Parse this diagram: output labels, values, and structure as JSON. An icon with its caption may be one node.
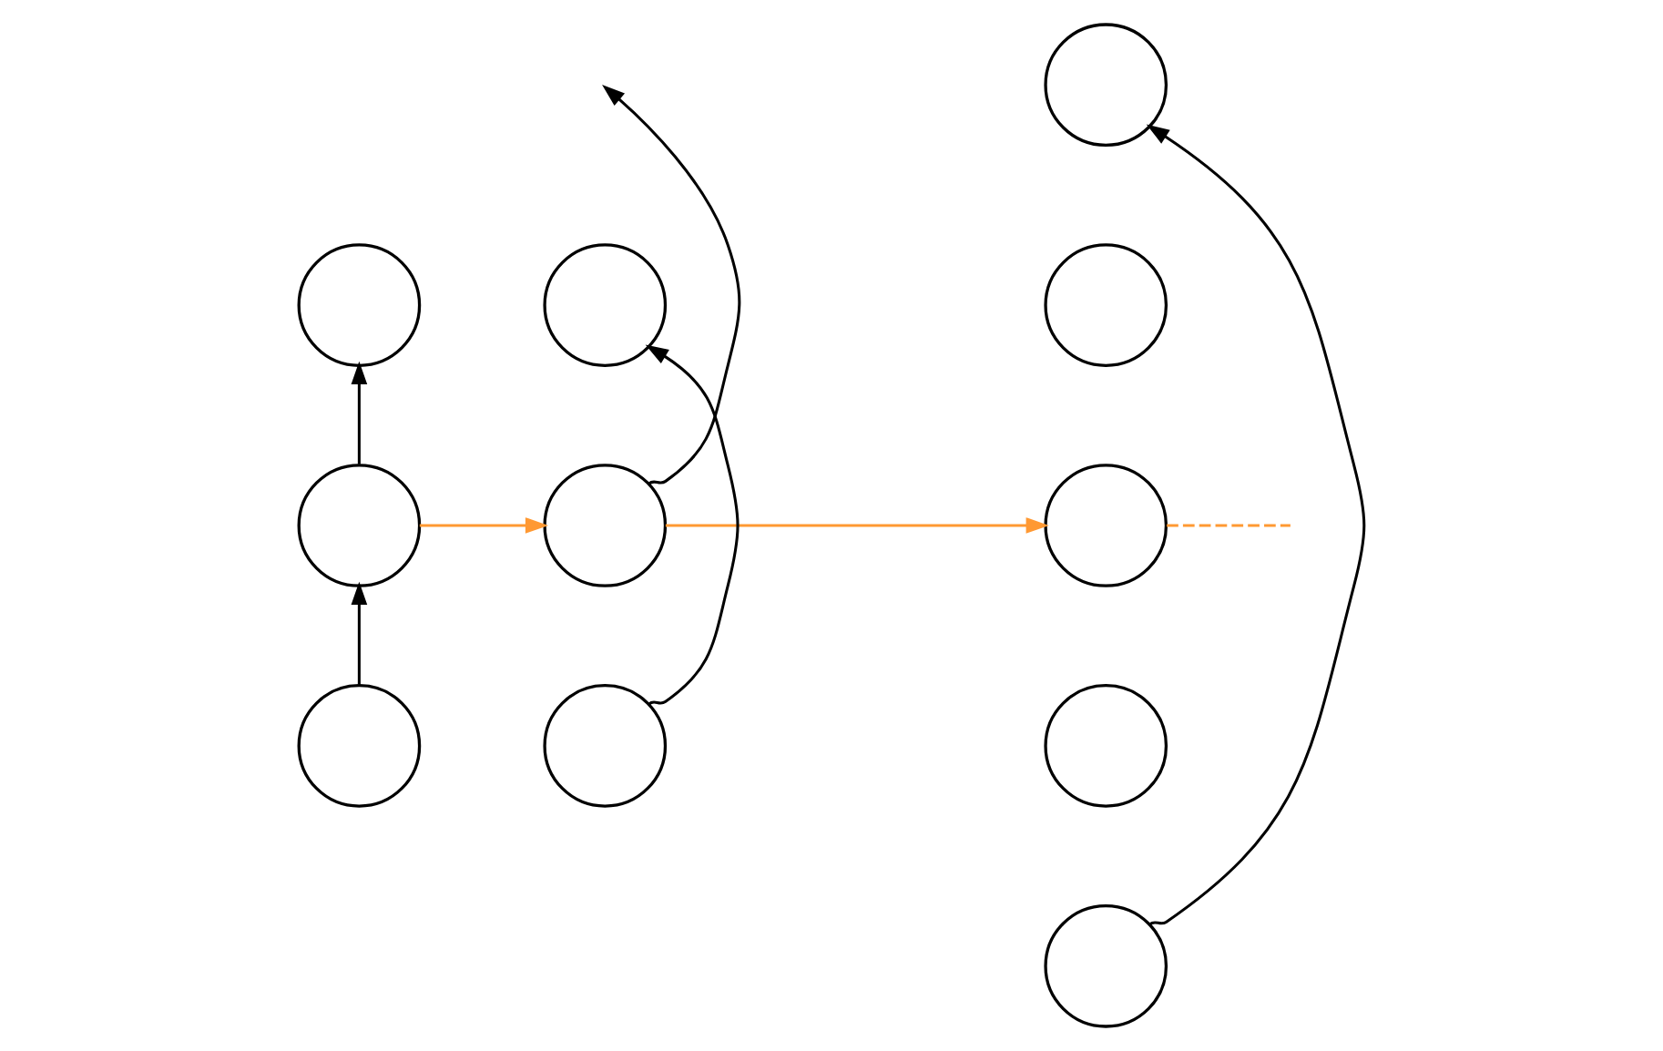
{
  "diagram": {
    "nodes": [
      {
        "text": [],
        "shape": "circle"
      },
      {
        "text": [],
        "shape": "circle"
      },
      {
        "text": [],
        "shape": "circle"
      },
      {
        "text": [],
        "shape": "circle"
      },
      {
        "text": [],
        "shape": "circle"
      },
      {
        "text": [],
        "shape": "circle"
      },
      {
        "text": [],
        "shape": "circle"
      },
      {
        "text": [],
        "shape": "circle"
      },
      {
        "text": [],
        "shape": "circle"
      },
      {
        "text": [],
        "shape": "circle"
      },
      {
        "text": [],
        "shape": "circle"
      }
    ],
    "edges": [
      {
        "from": 2,
        "to": 1,
        "arrow": "to"
      },
      {
        "from": 1,
        "to": 0,
        "arrow": "to"
      },
      {
        "from": 1,
        "to": 4,
        "arrow": "to",
        "color": "#ff9933"
      },
      {
        "from": 5,
        "to": 3,
        "arrow": "to"
      },
      {
        "from": 4,
        "to": null,
        "arrow": "to"
      },
      {
        "from": 4,
        "to": 8,
        "arrow": "to",
        "color": "#ff9933"
      },
      {
        "from": 10,
        "to": 6,
        "arrow": "to"
      },
      {
        "from": 8,
        "to": null,
        "arrow": "none",
        "style": "dashed",
        "color": "#ff9933"
      }
    ]
  }
}
